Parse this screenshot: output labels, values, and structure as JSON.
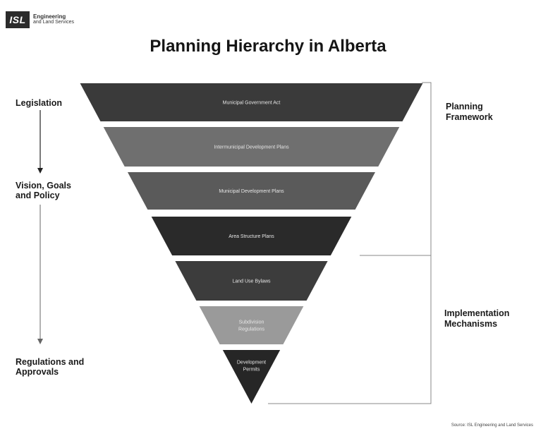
{
  "logo": {
    "mark": "ISL",
    "line1": "Engineering",
    "line2": "and Land Services"
  },
  "title": "Planning Hierarchy in Alberta",
  "left_labels": {
    "legislation": "Legislation",
    "vision": [
      "Vision, Goals",
      "and Policy"
    ],
    "regulations": [
      "Regulations and",
      "Approvals"
    ]
  },
  "right_labels": {
    "framework": [
      "Planning",
      "Framework"
    ],
    "implementation": [
      "Implementation",
      "Mechanisms"
    ]
  },
  "levels": [
    {
      "label": [
        "Municipal Government Act"
      ],
      "color": "#3a3a3a"
    },
    {
      "label": [
        "Intermunicipal Development Plans"
      ],
      "color": "#6f6f6f"
    },
    {
      "label": [
        "Municipal Development Plans"
      ],
      "color": "#5a5a5a"
    },
    {
      "label": [
        "Area Structure Plans"
      ],
      "color": "#2a2a2a"
    },
    {
      "label": [
        "Land Use Bylaws"
      ],
      "color": "#3c3c3c"
    },
    {
      "label": [
        "Subdivision",
        "Regulations"
      ],
      "color": "#9a9a9a"
    },
    {
      "label": [
        "Development",
        "Permits"
      ],
      "color": "#262626"
    }
  ],
  "source": "Source: ISL Engineering and Land Services"
}
